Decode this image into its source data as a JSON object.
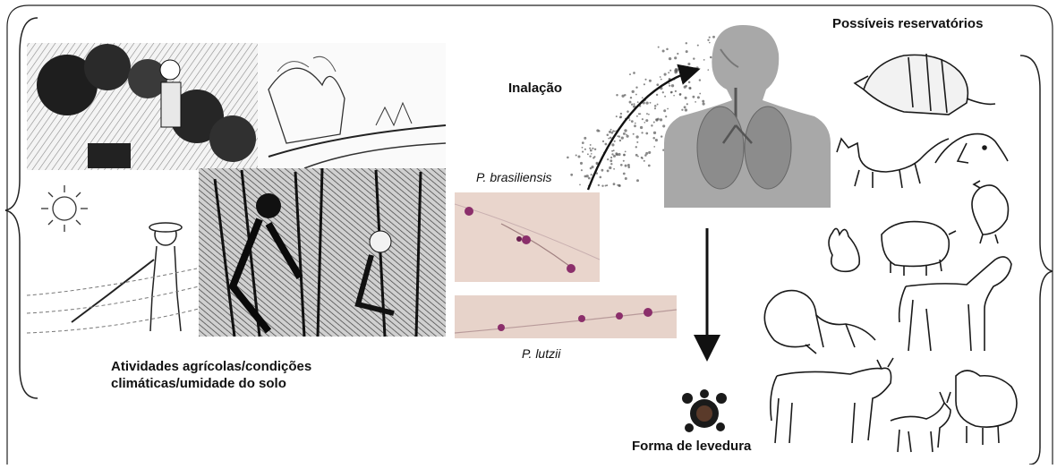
{
  "labels": {
    "reservoirs_title": "Possíveis reservatórios",
    "inhalation": "Inalação",
    "species_1": "P. brasiliensis",
    "species_2": "P. lutzii",
    "activities_line1": "Atividades agrícolas/condições",
    "activities_line2": "climáticas/umidade do solo",
    "yeast_form": "Forma de levedura"
  },
  "colors": {
    "frame": "#222222",
    "body_silhouette": "#a8a8a8",
    "micrograph_bg": "#e9d5cc",
    "cell_stain": "#8b2f6b",
    "yeast": "#1a1a1a"
  },
  "icons": {
    "reservoir_animals": [
      "armadillo-icon",
      "cat-icon",
      "dog-icon",
      "chicken-icon",
      "rabbit-icon",
      "pig-icon",
      "monkey-icon",
      "horse-icon",
      "cow-icon",
      "goat-icon",
      "sheep-icon"
    ]
  }
}
